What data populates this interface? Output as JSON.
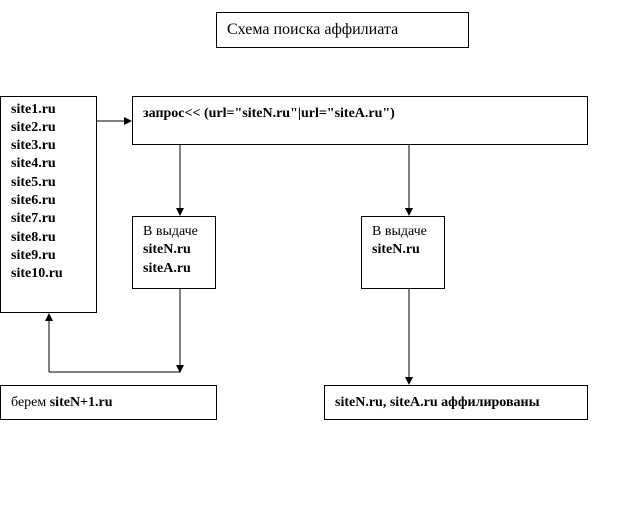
{
  "title": "Схема поиска аффилиата",
  "sites": [
    "site1.ru",
    "site2.ru",
    "site3.ru",
    "site4.ru",
    "site5.ru",
    "site6.ru",
    "site7.ru",
    "site8.ru",
    "site9.ru",
    "site10.ru"
  ],
  "query": "запрос<< (url=\"siteN.ru\"|url=\"siteA.ru\")",
  "result_left": {
    "heading": "В выдаче",
    "items": [
      "siteN.ru",
      "siteA.ru"
    ]
  },
  "result_right": {
    "heading": "В выдаче",
    "items": [
      "siteN.ru"
    ]
  },
  "next_step": {
    "prefix": "берем ",
    "value": "siteN+1.ru"
  },
  "affiliated": "siteN.ru, siteA.ru аффилированы"
}
